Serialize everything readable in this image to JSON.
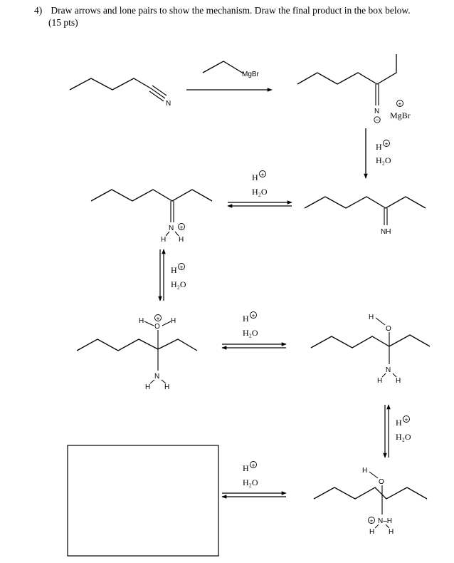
{
  "question": {
    "number": "4)",
    "text": "Draw arrows and lone pairs to show the mechanism. Draw the final product in the box below.",
    "points": "(15 pts)"
  },
  "atoms": {
    "N": "N",
    "O": "O",
    "H": "H",
    "NH": "NH",
    "N_H": "N–H",
    "MgBr": "MgBr"
  },
  "reagents": {
    "grignard_label": "MgBr",
    "acid": "H",
    "water": "H₂O"
  },
  "charges": {
    "plus": "+",
    "minus": "−"
  }
}
